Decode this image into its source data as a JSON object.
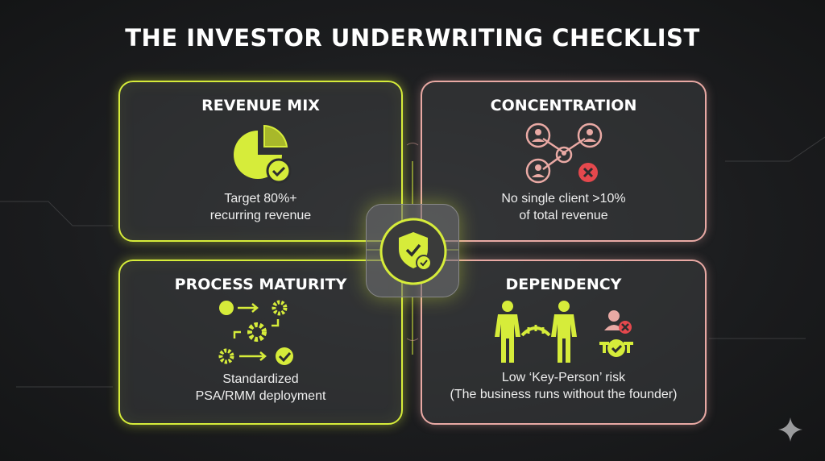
{
  "title": "THE INVESTOR UNDERWRITING CHECKLIST",
  "cards": [
    {
      "heading": "REVENUE MIX",
      "lines": [
        "Target 80%+",
        "recurring revenue"
      ],
      "icon": "pie-chart-check-icon"
    },
    {
      "heading": "CONCENTRATION",
      "lines": [
        "No single client >10%",
        "of total revenue"
      ],
      "icon": "client-network-x-icon"
    },
    {
      "heading": "PROCESS MATURITY",
      "lines": [
        "Standardized",
        "PSA/RMM deployment"
      ],
      "icon": "process-flow-gears-icon"
    },
    {
      "heading": "DEPENDENCY",
      "lines": [
        "Low ‘Key-Person’ risk",
        "(The business runs without the founder)"
      ],
      "icon": "people-bridge-icon"
    }
  ],
  "colors": {
    "lime": "#d6ec3a",
    "pink": "#e9a9a4",
    "red": "#e5484d",
    "background": "#1b1c1e"
  }
}
